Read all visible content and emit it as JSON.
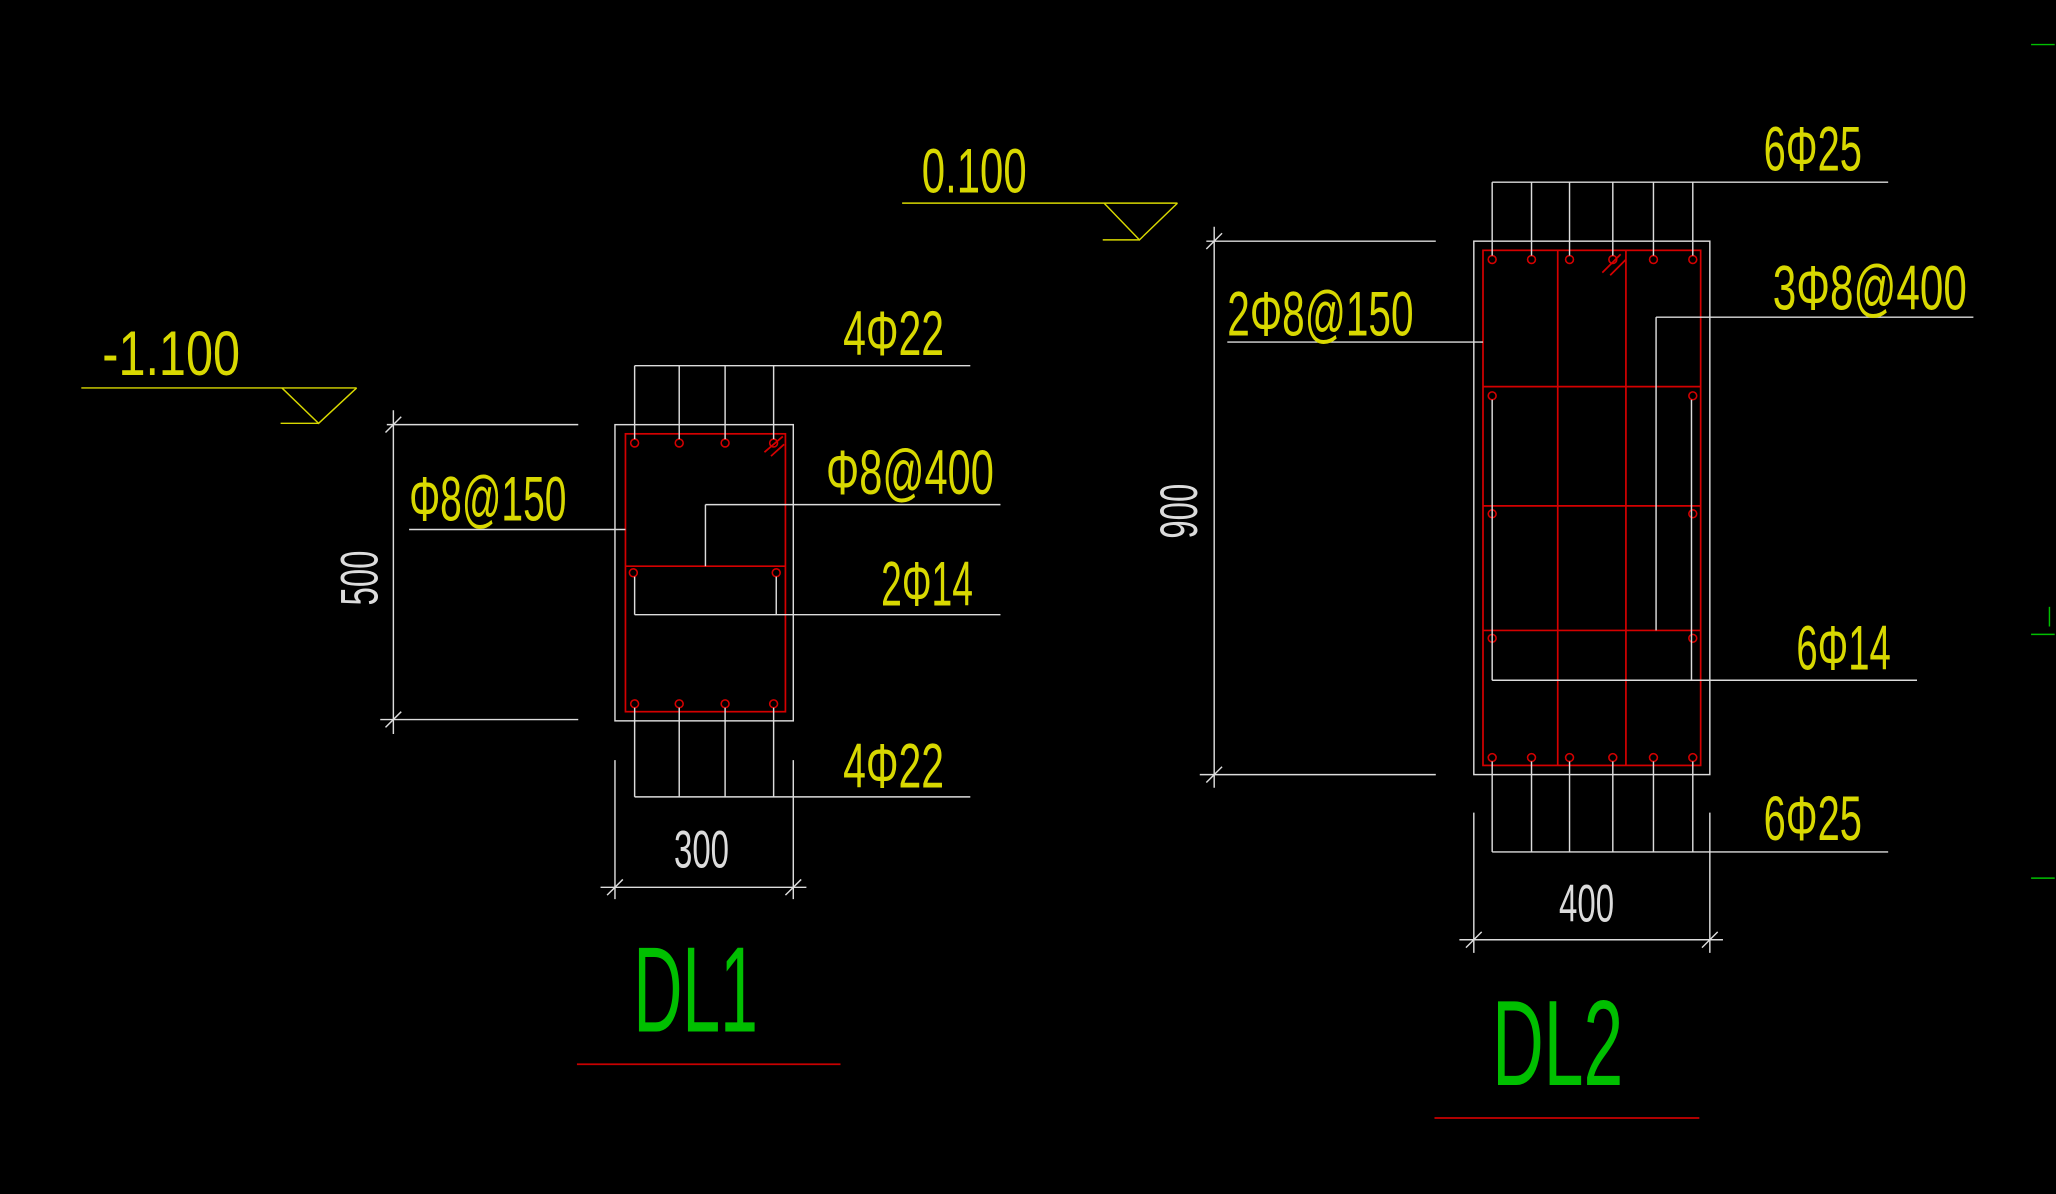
{
  "colors": {
    "background": "#000000",
    "line": "#dcdcdc",
    "label": "#d8d800",
    "rebar": "#d40000",
    "title": "#00bf00",
    "title_underline": "#c80000"
  },
  "dl1": {
    "title": "DL1",
    "elevation": "-1.100",
    "top_bars": "4Φ22",
    "stirrup": "Φ8@150",
    "tie": "Φ8@400",
    "side_bars": "2Φ14",
    "bottom_bars": "4Φ22",
    "height_dim": "500",
    "width_dim": "300"
  },
  "dl2": {
    "title": "DL2",
    "elevation": "0.100",
    "top_bars": "6Φ25",
    "stirrup": "2Φ8@150",
    "tie": "3Φ8@400",
    "side_bars": "6Φ14",
    "bottom_bars": "6Φ25",
    "height_dim": "900",
    "width_dim": "400"
  }
}
